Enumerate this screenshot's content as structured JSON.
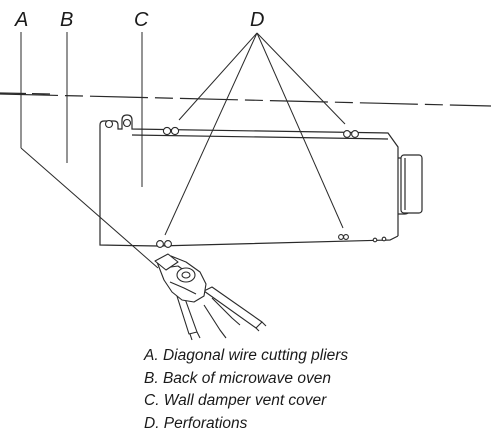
{
  "callouts": {
    "a": "A",
    "b": "B",
    "c": "C",
    "d": "D"
  },
  "legend": [
    "A. Diagonal wire cutting pliers",
    "B. Back of microwave oven",
    "C. Wall damper vent cover",
    "D. Perforations"
  ]
}
